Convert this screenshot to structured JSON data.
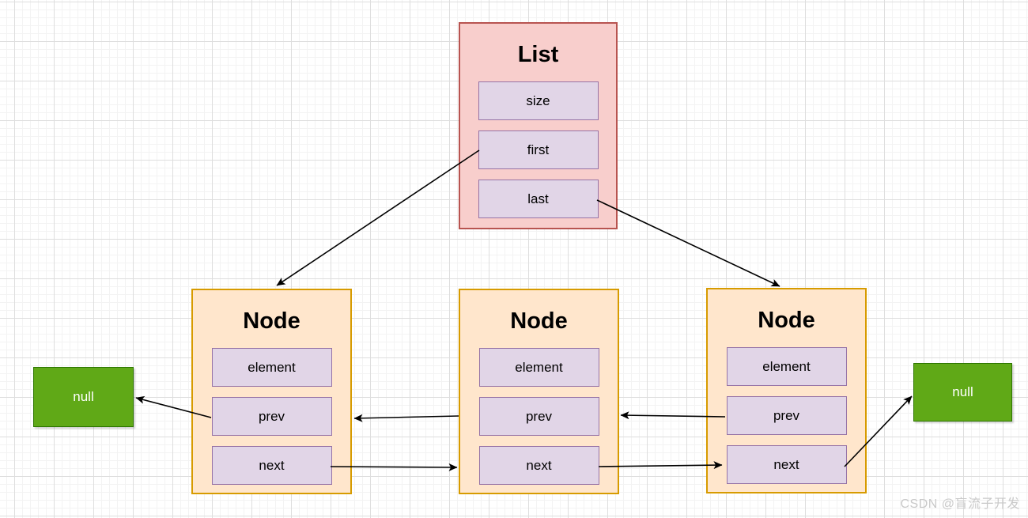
{
  "diagram": {
    "type": "doubly-linked-list-structure",
    "list_box": {
      "title": "List",
      "fields": [
        "size",
        "first",
        "last"
      ]
    },
    "node_boxes": [
      {
        "title": "Node",
        "fields": [
          "element",
          "prev",
          "next"
        ]
      },
      {
        "title": "Node",
        "fields": [
          "element",
          "prev",
          "next"
        ]
      },
      {
        "title": "Node",
        "fields": [
          "element",
          "prev",
          "next"
        ]
      }
    ],
    "null_boxes": [
      {
        "label": "null"
      },
      {
        "label": "null"
      }
    ],
    "edges": [
      {
        "from": "list.first",
        "to": "node1.top"
      },
      {
        "from": "list.last",
        "to": "node3.top"
      },
      {
        "from": "node1.prev",
        "to": "null-left"
      },
      {
        "from": "node2.prev",
        "to": "node1.right"
      },
      {
        "from": "node1.next",
        "to": "node2.left"
      },
      {
        "from": "node3.prev",
        "to": "node2.right"
      },
      {
        "from": "node2.next",
        "to": "node3.next-field"
      },
      {
        "from": "node3.next",
        "to": "null-right"
      }
    ],
    "colors": {
      "list_fill": "#f8cecc",
      "list_stroke": "#b85450",
      "node_fill": "#ffe6cc",
      "node_stroke": "#d79b00",
      "field_fill": "#e1d5e7",
      "field_stroke": "#9673a6",
      "null_fill": "#60a917",
      "null_stroke": "#2d7600",
      "arrow": "#000000"
    },
    "watermark": "CSDN @盲流子开发"
  }
}
